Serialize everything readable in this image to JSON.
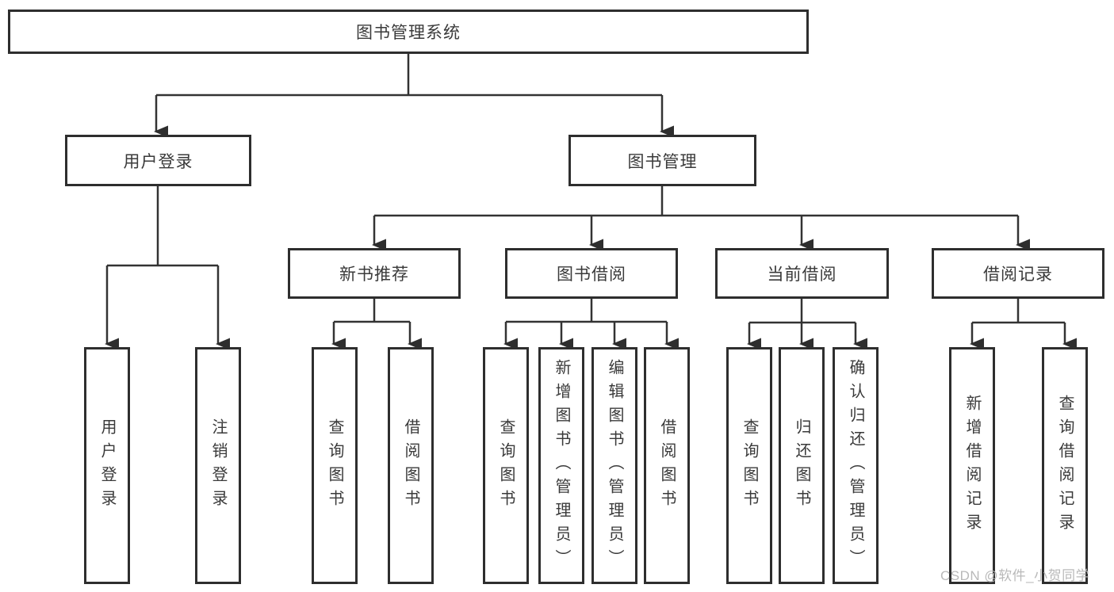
{
  "diagram_title": "图书管理系统",
  "watermark": "CSDN @软件_小贺同学",
  "colors": {
    "background": "#ffffff",
    "line": "#333333",
    "box_border": "#2e2e2e",
    "text": "#3a3a3a",
    "watermark": "#b9b9b9"
  },
  "nodes": {
    "root": {
      "label": "图书管理系统"
    },
    "level2": [
      {
        "label": "用户登录",
        "parent": "图书管理系统"
      },
      {
        "label": "图书管理",
        "parent": "图书管理系统"
      }
    ],
    "level3": [
      {
        "label": "新书推荐",
        "parent": "图书管理"
      },
      {
        "label": "图书借阅",
        "parent": "图书管理"
      },
      {
        "label": "当前借阅",
        "parent": "图书管理"
      },
      {
        "label": "借阅记录",
        "parent": "图书管理"
      }
    ],
    "leaves": [
      {
        "label": "用户登录",
        "parent": "用户登录"
      },
      {
        "label": "注销登录",
        "parent": "用户登录"
      },
      {
        "label": "查询图书",
        "parent": "新书推荐"
      },
      {
        "label": "借阅图书",
        "parent": "新书推荐"
      },
      {
        "label": "查询图书",
        "parent": "图书借阅"
      },
      {
        "label": "新增图书（管理员）",
        "parent": "图书借阅"
      },
      {
        "label": "编辑图书（管理员）",
        "parent": "图书借阅"
      },
      {
        "label": "借阅图书",
        "parent": "图书借阅"
      },
      {
        "label": "查询图书",
        "parent": "当前借阅"
      },
      {
        "label": "归还图书",
        "parent": "当前借阅"
      },
      {
        "label": "确认归还（管理员）",
        "parent": "当前借阅"
      },
      {
        "label": "新增借阅记录",
        "parent": "借阅记录"
      },
      {
        "label": "查询借阅记录",
        "parent": "借阅记录"
      }
    ]
  }
}
